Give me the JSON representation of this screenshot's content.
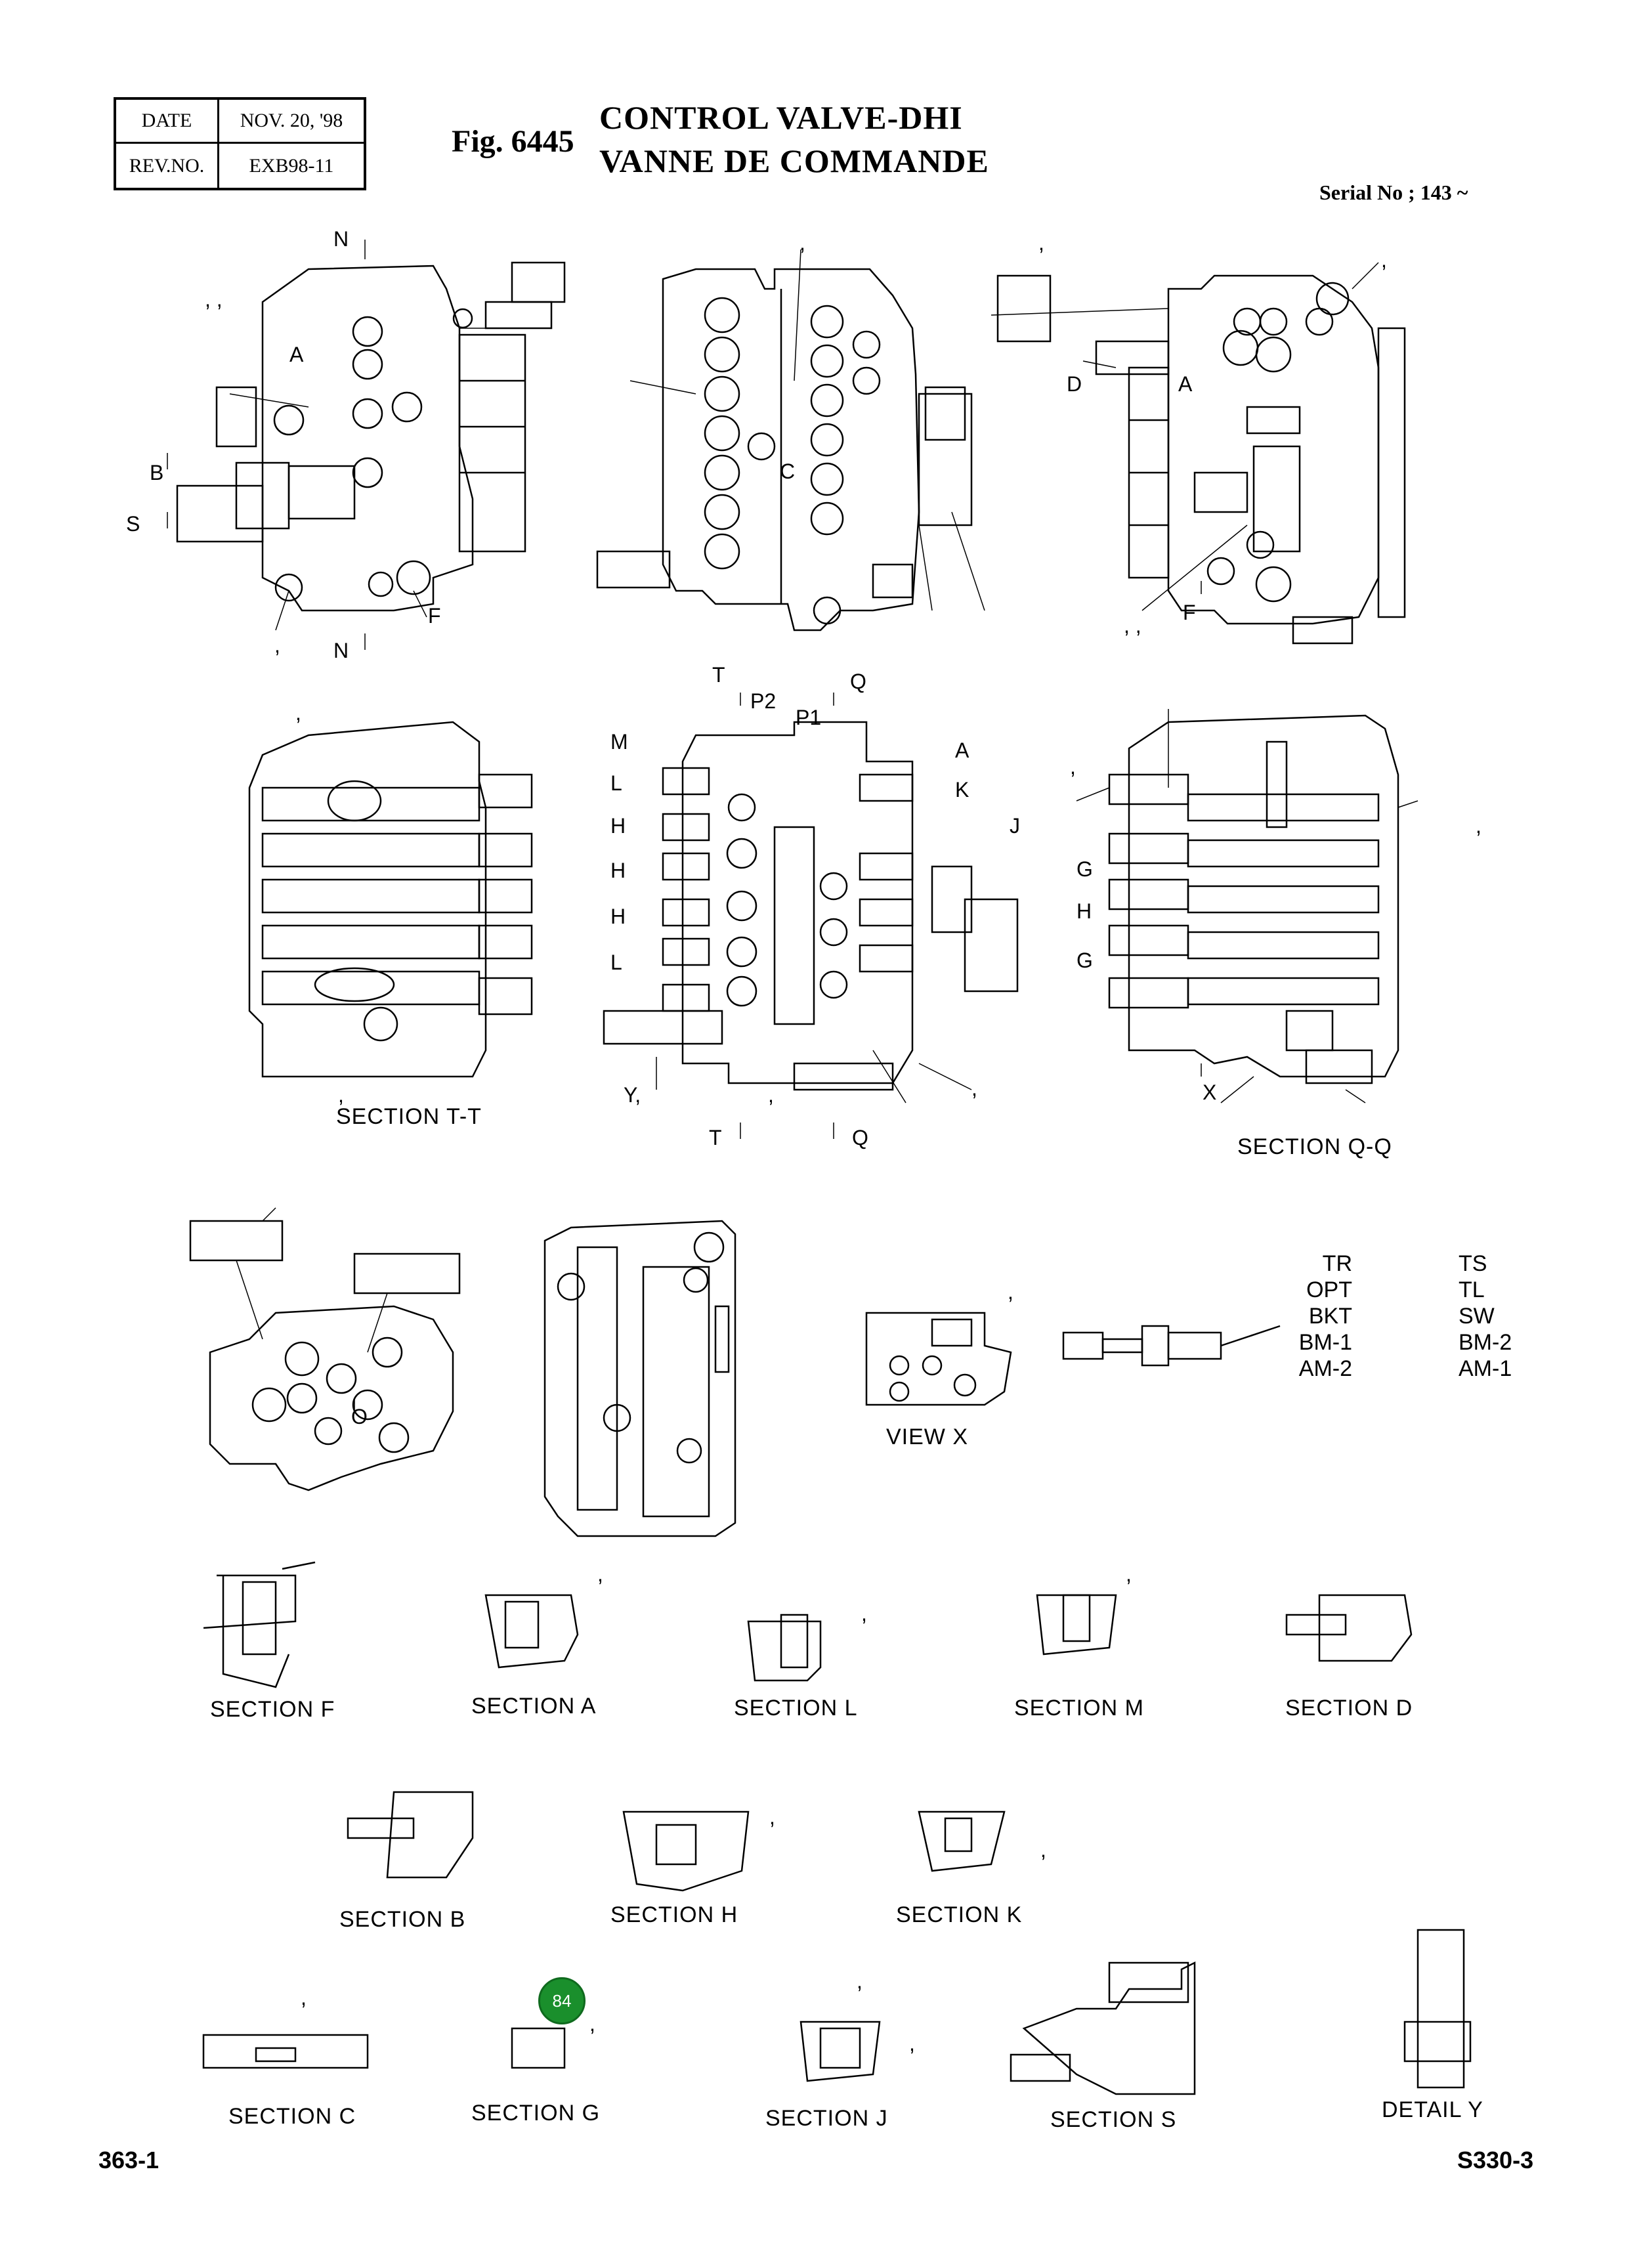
{
  "header": {
    "date_label": "DATE",
    "date_value": "NOV. 20, '98",
    "rev_label": "REV.NO.",
    "rev_value": "EXB98-11",
    "fig_number": "Fig. 6445",
    "title_en": "CONTROL VALVE-DHI",
    "title_fr": "VANNE DE COMMANDE",
    "serial": "Serial No ; 143 ~"
  },
  "view_letters": {
    "top_left": [
      "N",
      ",  ,",
      "A",
      "B",
      "S",
      ",",
      "F",
      "N"
    ],
    "top_middle": [
      ",",
      "C"
    ],
    "top_right": [
      ",",
      ",",
      "D",
      "A",
      ",  ,",
      "F"
    ],
    "mid_left": [
      ",",
      ","
    ],
    "mid_middle": [
      "T",
      "P2",
      "P1",
      "Q",
      "M",
      "A",
      "L",
      "K",
      "H",
      "J",
      "H",
      "H",
      "L",
      "Y,",
      ",",
      ",",
      "T",
      "Q"
    ],
    "mid_right": [
      ",",
      ",",
      "G",
      "H",
      "G",
      "X"
    ],
    "view_x": [
      ","
    ],
    "sections_row1": [
      ",",
      ",",
      ","
    ],
    "sections_row2": [
      ",",
      ","
    ],
    "sections_row3": [
      ",",
      ",",
      ",",
      ","
    ]
  },
  "section_labels": {
    "tt": "SECTION  T-T",
    "qq": "SECTION  Q-Q",
    "view_x": "VIEW X",
    "f": "SECTION  F",
    "a": "SECTION  A",
    "l": "SECTION  L",
    "m": "SECTION  M",
    "d": "SECTION  D",
    "b": "SECTION  B",
    "h": "SECTION  H",
    "k": "SECTION  K",
    "c": "SECTION  C",
    "g": "SECTION  G",
    "j": "SECTION  J",
    "s": "SECTION  S",
    "detail_y": "DETAIL  Y",
    "o": "O"
  },
  "legend": {
    "left": [
      "TR",
      "OPT",
      "BKT",
      "BM-1",
      "AM-2"
    ],
    "right": [
      "TS",
      "TL",
      "SW",
      "BM-2",
      "AM-1"
    ]
  },
  "callout": {
    "number": "84",
    "color": "#1a8f2c"
  },
  "footer": {
    "page_left": "363-1",
    "page_right": "S330-3"
  }
}
